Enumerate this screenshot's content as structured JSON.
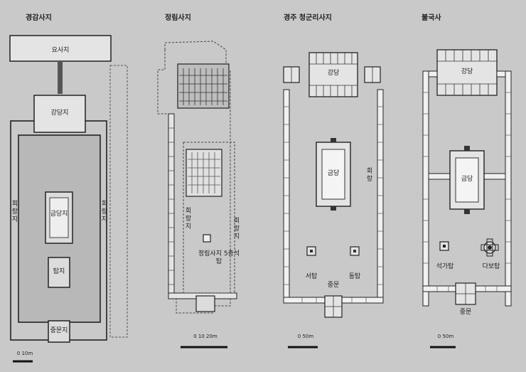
{
  "panels": [
    {
      "title": "경감사지",
      "labels": {
        "lecture_hall": "강당지",
        "monks_quarters": "요사지",
        "main_hall": "금당지",
        "pagoda": "탑지",
        "gate": "중문지",
        "corridor_left": "회랑지",
        "corridor_right": "회랑지"
      },
      "scale_label": "0 10m"
    },
    {
      "title": "정림사지",
      "labels": {
        "corridor_left": "회랑지",
        "corridor_right": "회랑지",
        "pagoda": "정림사지 5층석탑"
      },
      "scale_label": "0 10 20m"
    },
    {
      "title": "경주 청군리사지",
      "labels": {
        "lecture_hall": "강당",
        "main_hall": "금당",
        "corridor": "회랑",
        "west_pagoda": "서탑",
        "east_pagoda": "동탑",
        "gate": "중문"
      },
      "scale_label": "0 50m"
    },
    {
      "title": "불국사",
      "labels": {
        "lecture_hall": "강당",
        "main_hall": "금당",
        "seokgatap": "석가탑",
        "dabotap": "다보탑",
        "gate": "중문"
      },
      "scale_label": "0 50m"
    }
  ]
}
